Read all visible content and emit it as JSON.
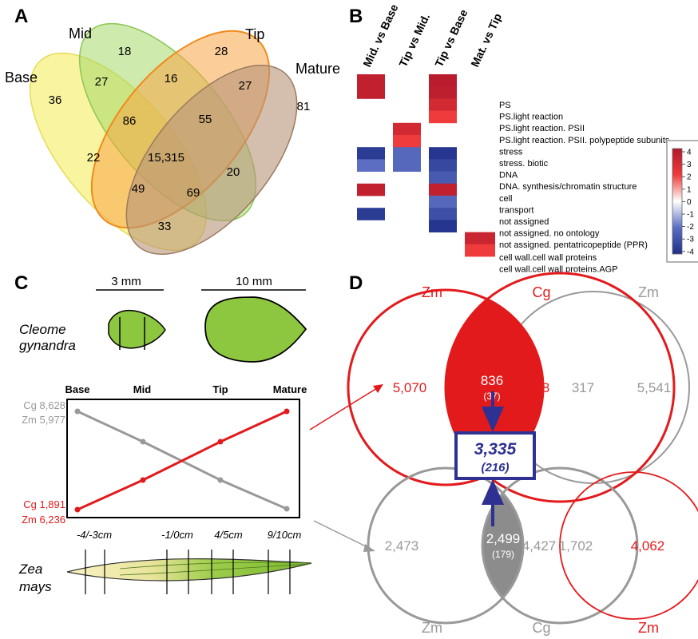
{
  "panel_a": {
    "letter": "A",
    "set_labels": {
      "base": "Base",
      "mid": "Mid",
      "tip": "Tip",
      "mature": "Mature"
    },
    "regions": {
      "base_only": "36",
      "mid_only": "18",
      "tip_only": "28",
      "mature_only": "81",
      "base_mid": "27",
      "mid_tip": "16",
      "tip_mature": "27",
      "base_mid_tip": "86",
      "mid_tip_mature": "55",
      "all": "15,315",
      "base_tip": "22",
      "mid_mature": "20",
      "base_tip_mature": "49",
      "base_mid_mature": "69",
      "base_mature": "33"
    },
    "colors": {
      "base": "#f6ee6c",
      "mid": "#a6d96a",
      "tip": "#f7a546",
      "mature": "#b7957a"
    }
  },
  "panel_b": {
    "letter": "B",
    "columns": [
      "Mid. vs Base",
      "Tip vs Mid.",
      "Tip vs Base",
      "Mat. vs Tip"
    ],
    "rows": [
      "PS",
      "PS.light reaction",
      "PS.light reaction. PSII",
      "PS.light reaction. PSII. polypeptide subunits",
      "stress",
      "stress. biotic",
      "DNA",
      "DNA. synthesis/chromatin structure",
      "cell",
      "transport",
      "not assigned",
      "not assigned. no ontology",
      "not assigned. pentatricopeptide (PPR)",
      "cell wall.cell wall proteins",
      "cell wall.cell wall proteins.AGP"
    ],
    "legend_ticks": [
      "4",
      "3",
      "2",
      "1",
      "0",
      "-1",
      "-2",
      "-3",
      "-4"
    ],
    "heatmap_values": [
      [
        3.5,
        null,
        3.8,
        null
      ],
      [
        3.5,
        null,
        3.6,
        null
      ],
      [
        null,
        null,
        3.0,
        null
      ],
      [
        null,
        null,
        2.0,
        null
      ],
      [
        null,
        3.0,
        null,
        null
      ],
      [
        null,
        2.0,
        null,
        null
      ],
      [
        -3.6,
        -2.2,
        -3.8,
        null
      ],
      [
        -2.0,
        -2.2,
        -3.2,
        null
      ],
      [
        null,
        null,
        -2.6,
        null
      ],
      [
        3.5,
        null,
        3.5,
        null
      ],
      [
        null,
        null,
        -2.2,
        null
      ],
      [
        -3.6,
        null,
        -3.0,
        null
      ],
      [
        null,
        null,
        -3.8,
        null
      ],
      [
        null,
        null,
        null,
        3.2
      ],
      [
        null,
        null,
        null,
        2.0
      ]
    ]
  },
  "panel_c": {
    "letter": "C",
    "scale_3mm": "3 mm",
    "scale_10mm": "10 mm",
    "species_cg": [
      "Cleome",
      "gynandra"
    ],
    "species_zm": [
      "Zea",
      "mays"
    ],
    "stages": [
      "Base",
      "Mid",
      "Tip",
      "Mature"
    ],
    "positions": [
      "-4/-3cm",
      "-1/0cm",
      "4/5cm",
      "9/10cm"
    ],
    "left_top": [
      "Cg 8,628",
      "Zm 5,977"
    ],
    "left_bottom": [
      "Cg 1,891",
      "Zm 6,236"
    ],
    "colors": {
      "grey_line": "#999999",
      "red_line": "#e31a1c",
      "leaf": "#8dc63f"
    }
  },
  "panel_d": {
    "letter": "D",
    "top": {
      "label_zm_left": "Zm",
      "label_cg": "Cg",
      "label_zm_right": "Zm",
      "zm_only": "5,070",
      "overlap": "836",
      "overlap_sub": "(37)",
      "cg_only": "738",
      "cg_zm2": "317",
      "zm2_only": "5,541"
    },
    "center": {
      "value": "3,335",
      "sub": "(216)"
    },
    "bottom": {
      "label_zm_left": "Zm",
      "label_cg": "Cg",
      "label_zm_right": "Zm",
      "zm_only": "2,473",
      "overlap": "2,499",
      "overlap_sub": "(179)",
      "cg_only": "4,427",
      "cg_zm2": "1,702",
      "zm2_only": "4,062"
    },
    "colors": {
      "red": "#e31a1c",
      "grey": "#999999",
      "blue": "#2e3192"
    }
  }
}
